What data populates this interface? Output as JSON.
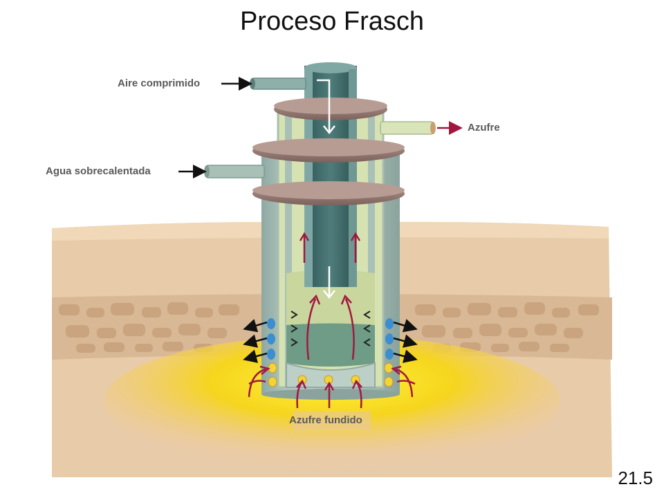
{
  "title": "Proceso Frasch",
  "labels": {
    "compressed_air": "Aire comprimido",
    "superheated_water": "Agua sobrecalentada",
    "sulfur_out": "Azufre",
    "molten_sulfur": "Azufre fundido"
  },
  "slide_number": "21.5",
  "colors": {
    "earth": "#e6c9a8",
    "rock_layer": "#d8b897",
    "molten_sulfur": "#f4d020",
    "pipe_outer": "#b7cbc4",
    "pipe_middle": "#9fb8b0",
    "pipe_inner": "#3d6868",
    "flange": "#8a6f6a",
    "arrow_red": "#a01840",
    "arrow_black": "#111111",
    "arrow_white": "#ffffff"
  }
}
